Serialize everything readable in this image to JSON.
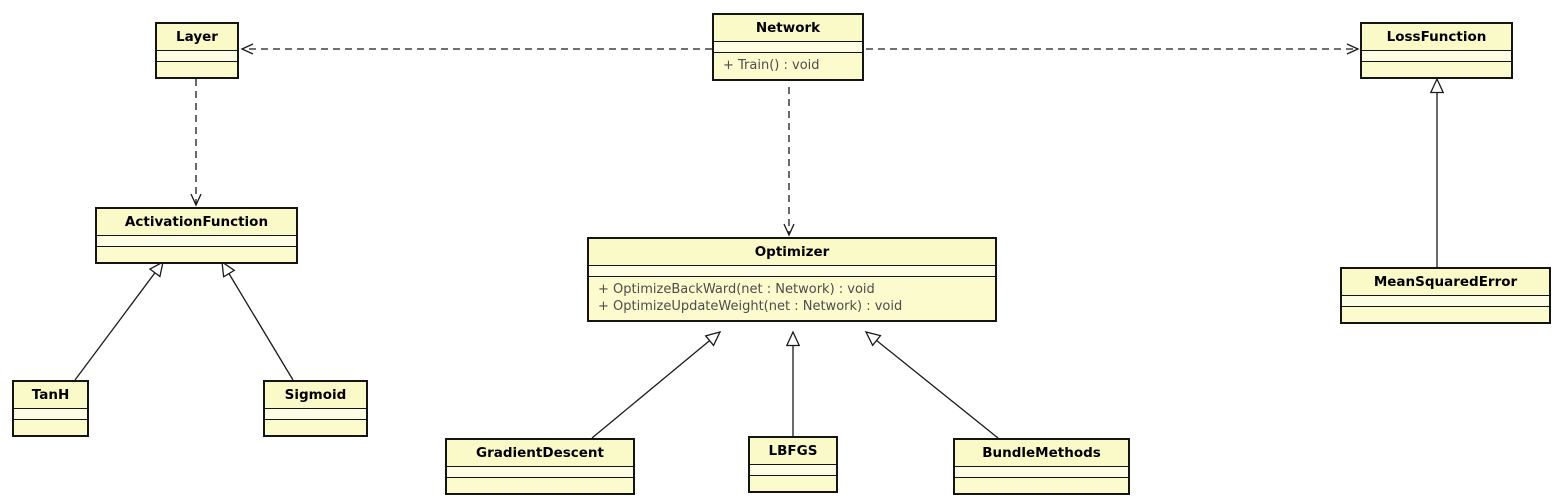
{
  "colors": {
    "background": "#ffffff",
    "box_title_fill": "#fafac8",
    "box_body_fill": "#fdfde4",
    "box_border": "#141414",
    "line": "#1a1a1a",
    "title_text": "#000000",
    "method_text": "#4d4d4d"
  },
  "classes": {
    "layer": {
      "name": "Layer"
    },
    "network": {
      "name": "Network",
      "methods": [
        "+ Train() : void"
      ]
    },
    "loss_function": {
      "name": "LossFunction"
    },
    "activation_function": {
      "name": "ActivationFunction"
    },
    "optimizer": {
      "name": "Optimizer",
      "methods": [
        "+ OptimizeBackWard(net : Network) : void",
        "+ OptimizeUpdateWeight(net : Network) : void"
      ]
    },
    "tanh": {
      "name": "TanH"
    },
    "sigmoid": {
      "name": "Sigmoid"
    },
    "gradient_descent": {
      "name": "GradientDescent"
    },
    "lbfgs": {
      "name": "LBFGS"
    },
    "bundle_methods": {
      "name": "BundleMethods"
    },
    "mean_squared_error": {
      "name": "MeanSquaredError"
    }
  },
  "relationships": [
    {
      "type": "dependency",
      "from": "Network",
      "to": "Layer"
    },
    {
      "type": "dependency",
      "from": "Network",
      "to": "LossFunction"
    },
    {
      "type": "dependency",
      "from": "Layer",
      "to": "ActivationFunction"
    },
    {
      "type": "dependency",
      "from": "Network",
      "to": "Optimizer"
    },
    {
      "type": "generalization",
      "from": "TanH",
      "to": "ActivationFunction"
    },
    {
      "type": "generalization",
      "from": "Sigmoid",
      "to": "ActivationFunction"
    },
    {
      "type": "generalization",
      "from": "GradientDescent",
      "to": "Optimizer"
    },
    {
      "type": "generalization",
      "from": "LBFGS",
      "to": "Optimizer"
    },
    {
      "type": "generalization",
      "from": "BundleMethods",
      "to": "Optimizer"
    },
    {
      "type": "generalization",
      "from": "MeanSquaredError",
      "to": "LossFunction"
    }
  ]
}
